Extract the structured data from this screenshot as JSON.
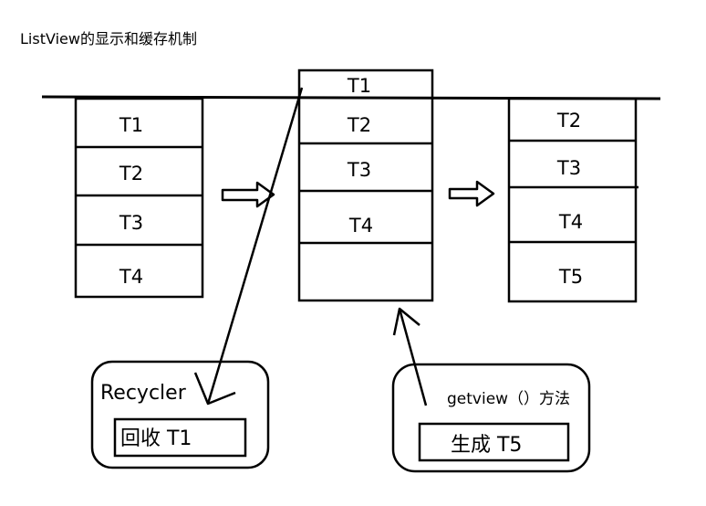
{
  "title": "ListView的显示和缓存机制",
  "stage1": {
    "cells": [
      "T1",
      "T2",
      "T3",
      "T4"
    ]
  },
  "stage2": {
    "cells": [
      "T1",
      "T2",
      "T3",
      "T4",
      ""
    ]
  },
  "stage3": {
    "cells": [
      "T2",
      "T3",
      "T4",
      "T5"
    ]
  },
  "recycler": {
    "title": "Recycler",
    "item": "回收 T1"
  },
  "getview": {
    "caption": "getview（）方法",
    "item": "生成 T5"
  },
  "colors": {
    "stroke": "#000000",
    "background": "#ffffff"
  }
}
